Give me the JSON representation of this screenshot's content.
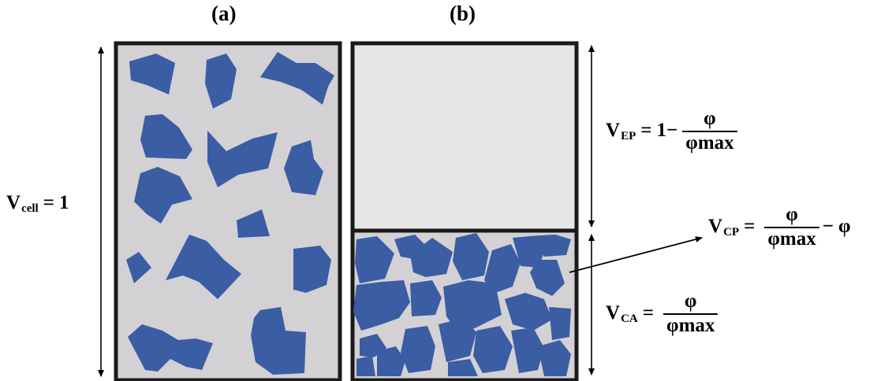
{
  "panels": {
    "a": {
      "label": "(a)"
    },
    "b": {
      "label": "(b)"
    }
  },
  "equations": {
    "v_cell": {
      "symbol": "V",
      "sub": "cell",
      "equals": "=",
      "value": "1"
    },
    "v_ep": {
      "symbol": "V",
      "sub": "EP",
      "equals": "=",
      "lead": "1",
      "minus": "−",
      "num": "φ",
      "den": "φmax"
    },
    "v_cp": {
      "symbol": "V",
      "sub": "CP",
      "equals": "=",
      "num": "φ",
      "den": "φmax",
      "minus": "−",
      "tail": "φ"
    },
    "v_ca": {
      "symbol": "V",
      "sub": "CA",
      "equals": "=",
      "num": "φ",
      "den": "φmax"
    }
  },
  "colors": {
    "particle": "#3a5da4",
    "panel_a_fill": "#d3d1d3",
    "empty_fill": "#e6e6e6",
    "packed_fill": "#d3d1d3",
    "border": "#1a1a1a"
  }
}
